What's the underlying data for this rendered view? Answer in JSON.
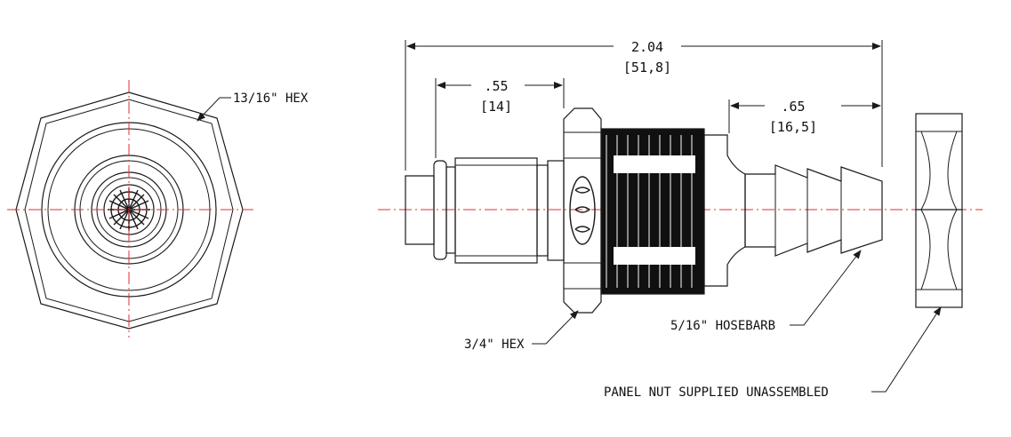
{
  "dimensions": {
    "overall": {
      "inch": "2.04",
      "mm": "[51,8]"
    },
    "coupling": {
      "inch": ".55",
      "mm": "[14]"
    },
    "barb": {
      "inch": ".65",
      "mm": "[16,5]"
    }
  },
  "callouts": {
    "hex_end_view": "13/16\" HEX",
    "hex_body": "3/4\" HEX",
    "hosebarb": "5/16\" HOSEBARB",
    "panel_nut": "PANEL NUT SUPPLIED UNASSEMBLED"
  },
  "colors": {
    "line": "#1a1a1a",
    "centerline": "#e03030",
    "thread": "#101010"
  }
}
